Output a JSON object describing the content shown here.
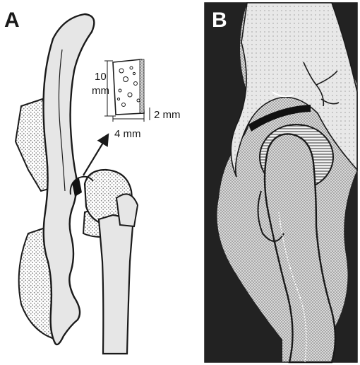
{
  "figure": {
    "panel_a": {
      "letter": "A",
      "dimensions": {
        "height_value": "10",
        "height_unit": "mm",
        "depth_label": "2 mm",
        "width_label": "4 mm"
      }
    },
    "panel_b": {
      "letter": "B"
    },
    "colors": {
      "bone_fill": "#e6e6e6",
      "outline": "#1a1a1a",
      "dark_background": "#222222",
      "dot_texture": "#9a9a9a",
      "graft_black": "#111111"
    }
  }
}
